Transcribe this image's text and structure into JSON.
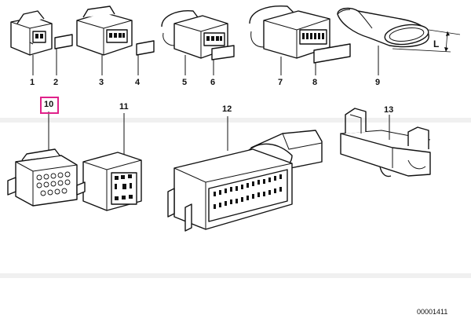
{
  "diagram": {
    "reference_number": "00001411",
    "highlight_color": "#e0218a",
    "callouts": [
      {
        "id": "1",
        "label": "1",
        "part": "connector-housing-2pin"
      },
      {
        "id": "2",
        "label": "2",
        "part": "label-tag"
      },
      {
        "id": "3",
        "label": "3",
        "part": "connector-housing-4pin"
      },
      {
        "id": "4",
        "label": "4",
        "part": "label-tag"
      },
      {
        "id": "5",
        "label": "5",
        "part": "connector-housing-4pin-cable"
      },
      {
        "id": "6",
        "label": "6",
        "part": "label-tag"
      },
      {
        "id": "7",
        "label": "7",
        "part": "connector-housing-6pin-cable"
      },
      {
        "id": "8",
        "label": "8",
        "part": "label-tag"
      },
      {
        "id": "9",
        "label": "9",
        "part": "rubber-boot"
      },
      {
        "id": "10",
        "label": "10",
        "part": "connector-housing-12pin",
        "highlighted": true
      },
      {
        "id": "11",
        "label": "11",
        "part": "connector-housing-socket"
      },
      {
        "id": "12",
        "label": "12",
        "part": "connector-housing-26pin"
      },
      {
        "id": "13",
        "label": "13",
        "part": "bracket-holder"
      }
    ],
    "dimension_label": "L"
  }
}
